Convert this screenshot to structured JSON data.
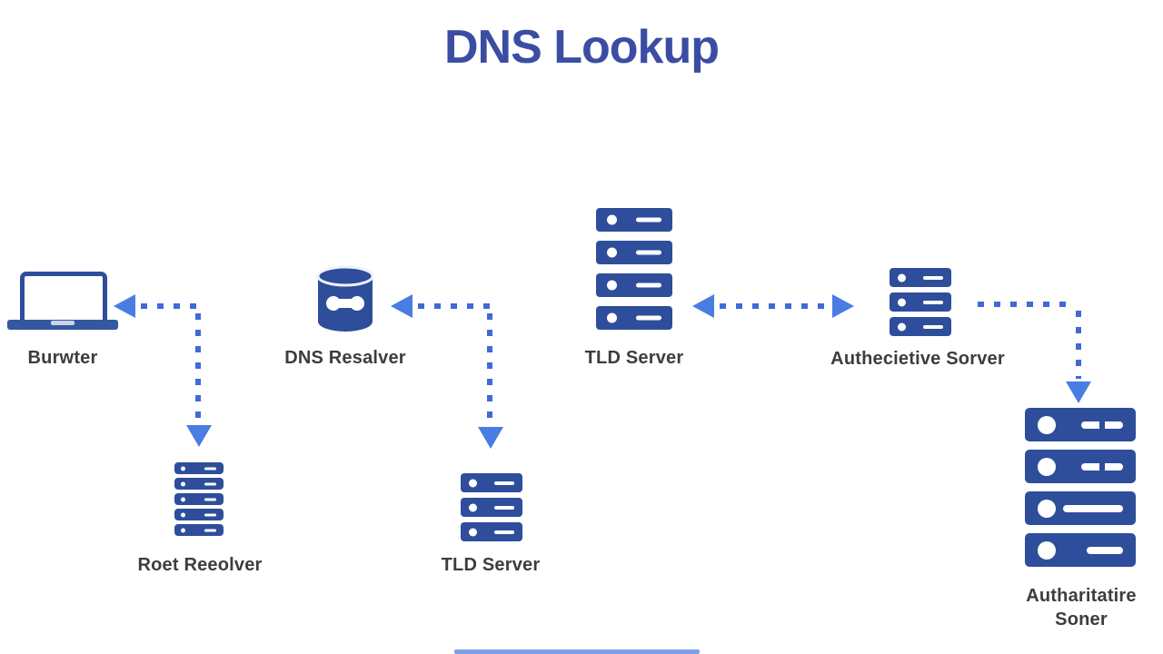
{
  "title": "DNS Lookup",
  "colors": {
    "title_blue": "#3b4da3",
    "server_blue": "#2e4e9c",
    "arrow_blue": "#4a7de2",
    "dot_blue": "#3e6bd4",
    "label_gray": "#3d3d3d"
  },
  "nodes": {
    "browser": {
      "label": "Burwter",
      "icon": "laptop-icon"
    },
    "dns_resolver": {
      "label": "DNS Resalver",
      "icon": "database-icon"
    },
    "tld_top": {
      "label": "TLD Server",
      "icon": "server-stack-icon",
      "units": 4
    },
    "auth_top": {
      "label": "Authecietive Sorver",
      "icon": "server-stack-icon",
      "units": 3
    },
    "root_resolver": {
      "label": "Roet Reeolver",
      "icon": "server-stack-icon",
      "units": 5
    },
    "tld_bottom": {
      "label": "TLD Server",
      "icon": "server-stack-icon",
      "units": 3
    },
    "auth_bottom": {
      "label_line1": "Autharitatire",
      "label_line2": "Soner",
      "icon": "server-stack-icon",
      "units": 4
    }
  },
  "connections": [
    {
      "from": "dns_resolver",
      "to": "browser",
      "style": "dotted-arrow"
    },
    {
      "from": "dns_resolver",
      "to": "root_resolver",
      "style": "dotted-arrow"
    },
    {
      "from": "tld_top",
      "to": "dns_resolver",
      "style": "dotted-arrow"
    },
    {
      "from": "tld_top",
      "to": "tld_bottom",
      "style": "dotted-arrow"
    },
    {
      "from": "tld_top",
      "to": "auth_top",
      "style": "dotted-double-arrow"
    },
    {
      "from": "auth_top",
      "to": "auth_bottom",
      "style": "dotted-arrow"
    }
  ]
}
